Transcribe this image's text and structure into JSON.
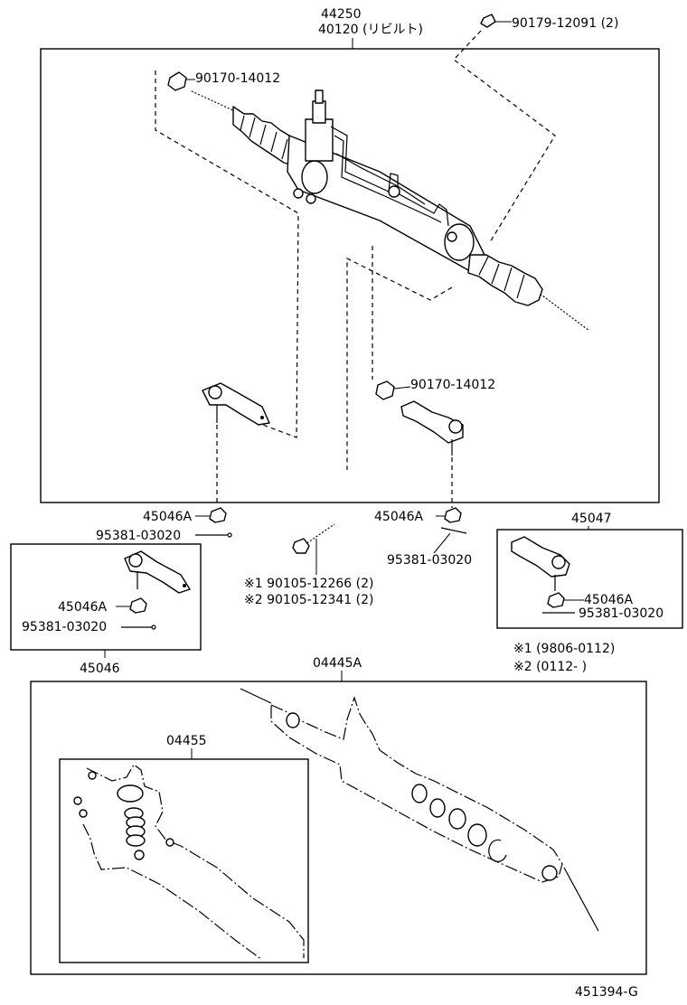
{
  "labels": {
    "main_assy_part_no": "44250",
    "main_assy_rebuilt": "40120 (リビルト)",
    "top_nut": "90179-12091 (2)",
    "left_tie_rod_nut": "90170-14012",
    "right_tie_rod_nut": "90170-14012",
    "left_castle_nut": "45046A",
    "left_cotter_pin": "95381-03020",
    "center_castle_nut": "45046A",
    "center_cotter_pin": "95381-03020",
    "bolt_1": "※1 90105-12266 (2)",
    "bolt_2": "※2 90105-12341 (2)",
    "kit_45047": "45047",
    "kit_45047_nut": "45046A",
    "kit_45047_pin": "95381-03020",
    "kit_45046_nut": "45046A",
    "kit_45046_pin": "95381-03020",
    "kit_45046": "45046",
    "note_1": "※1 (9806-0112)",
    "note_2": "※2 (0112-        )",
    "gasket_kit": "04445A",
    "sub_kit": "04455",
    "figure_code": "451394-G"
  }
}
